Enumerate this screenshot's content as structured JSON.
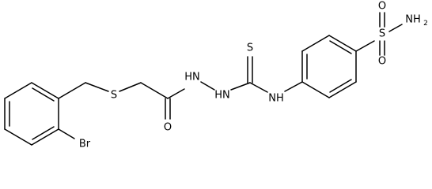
{
  "molecule": {
    "atoms": {
      "br": "Br",
      "s_thioether": "S",
      "o_carbonyl": "O",
      "hn_1": "HN",
      "hn_2": "HN",
      "s_thiocarbonyl": "S",
      "nh_aryl": "NH",
      "s_sulfonyl": "S",
      "o_sulfonyl_1": "O",
      "o_sulfonyl_2": "O",
      "nh2": "NH",
      "nh2_subscript": "2"
    }
  }
}
